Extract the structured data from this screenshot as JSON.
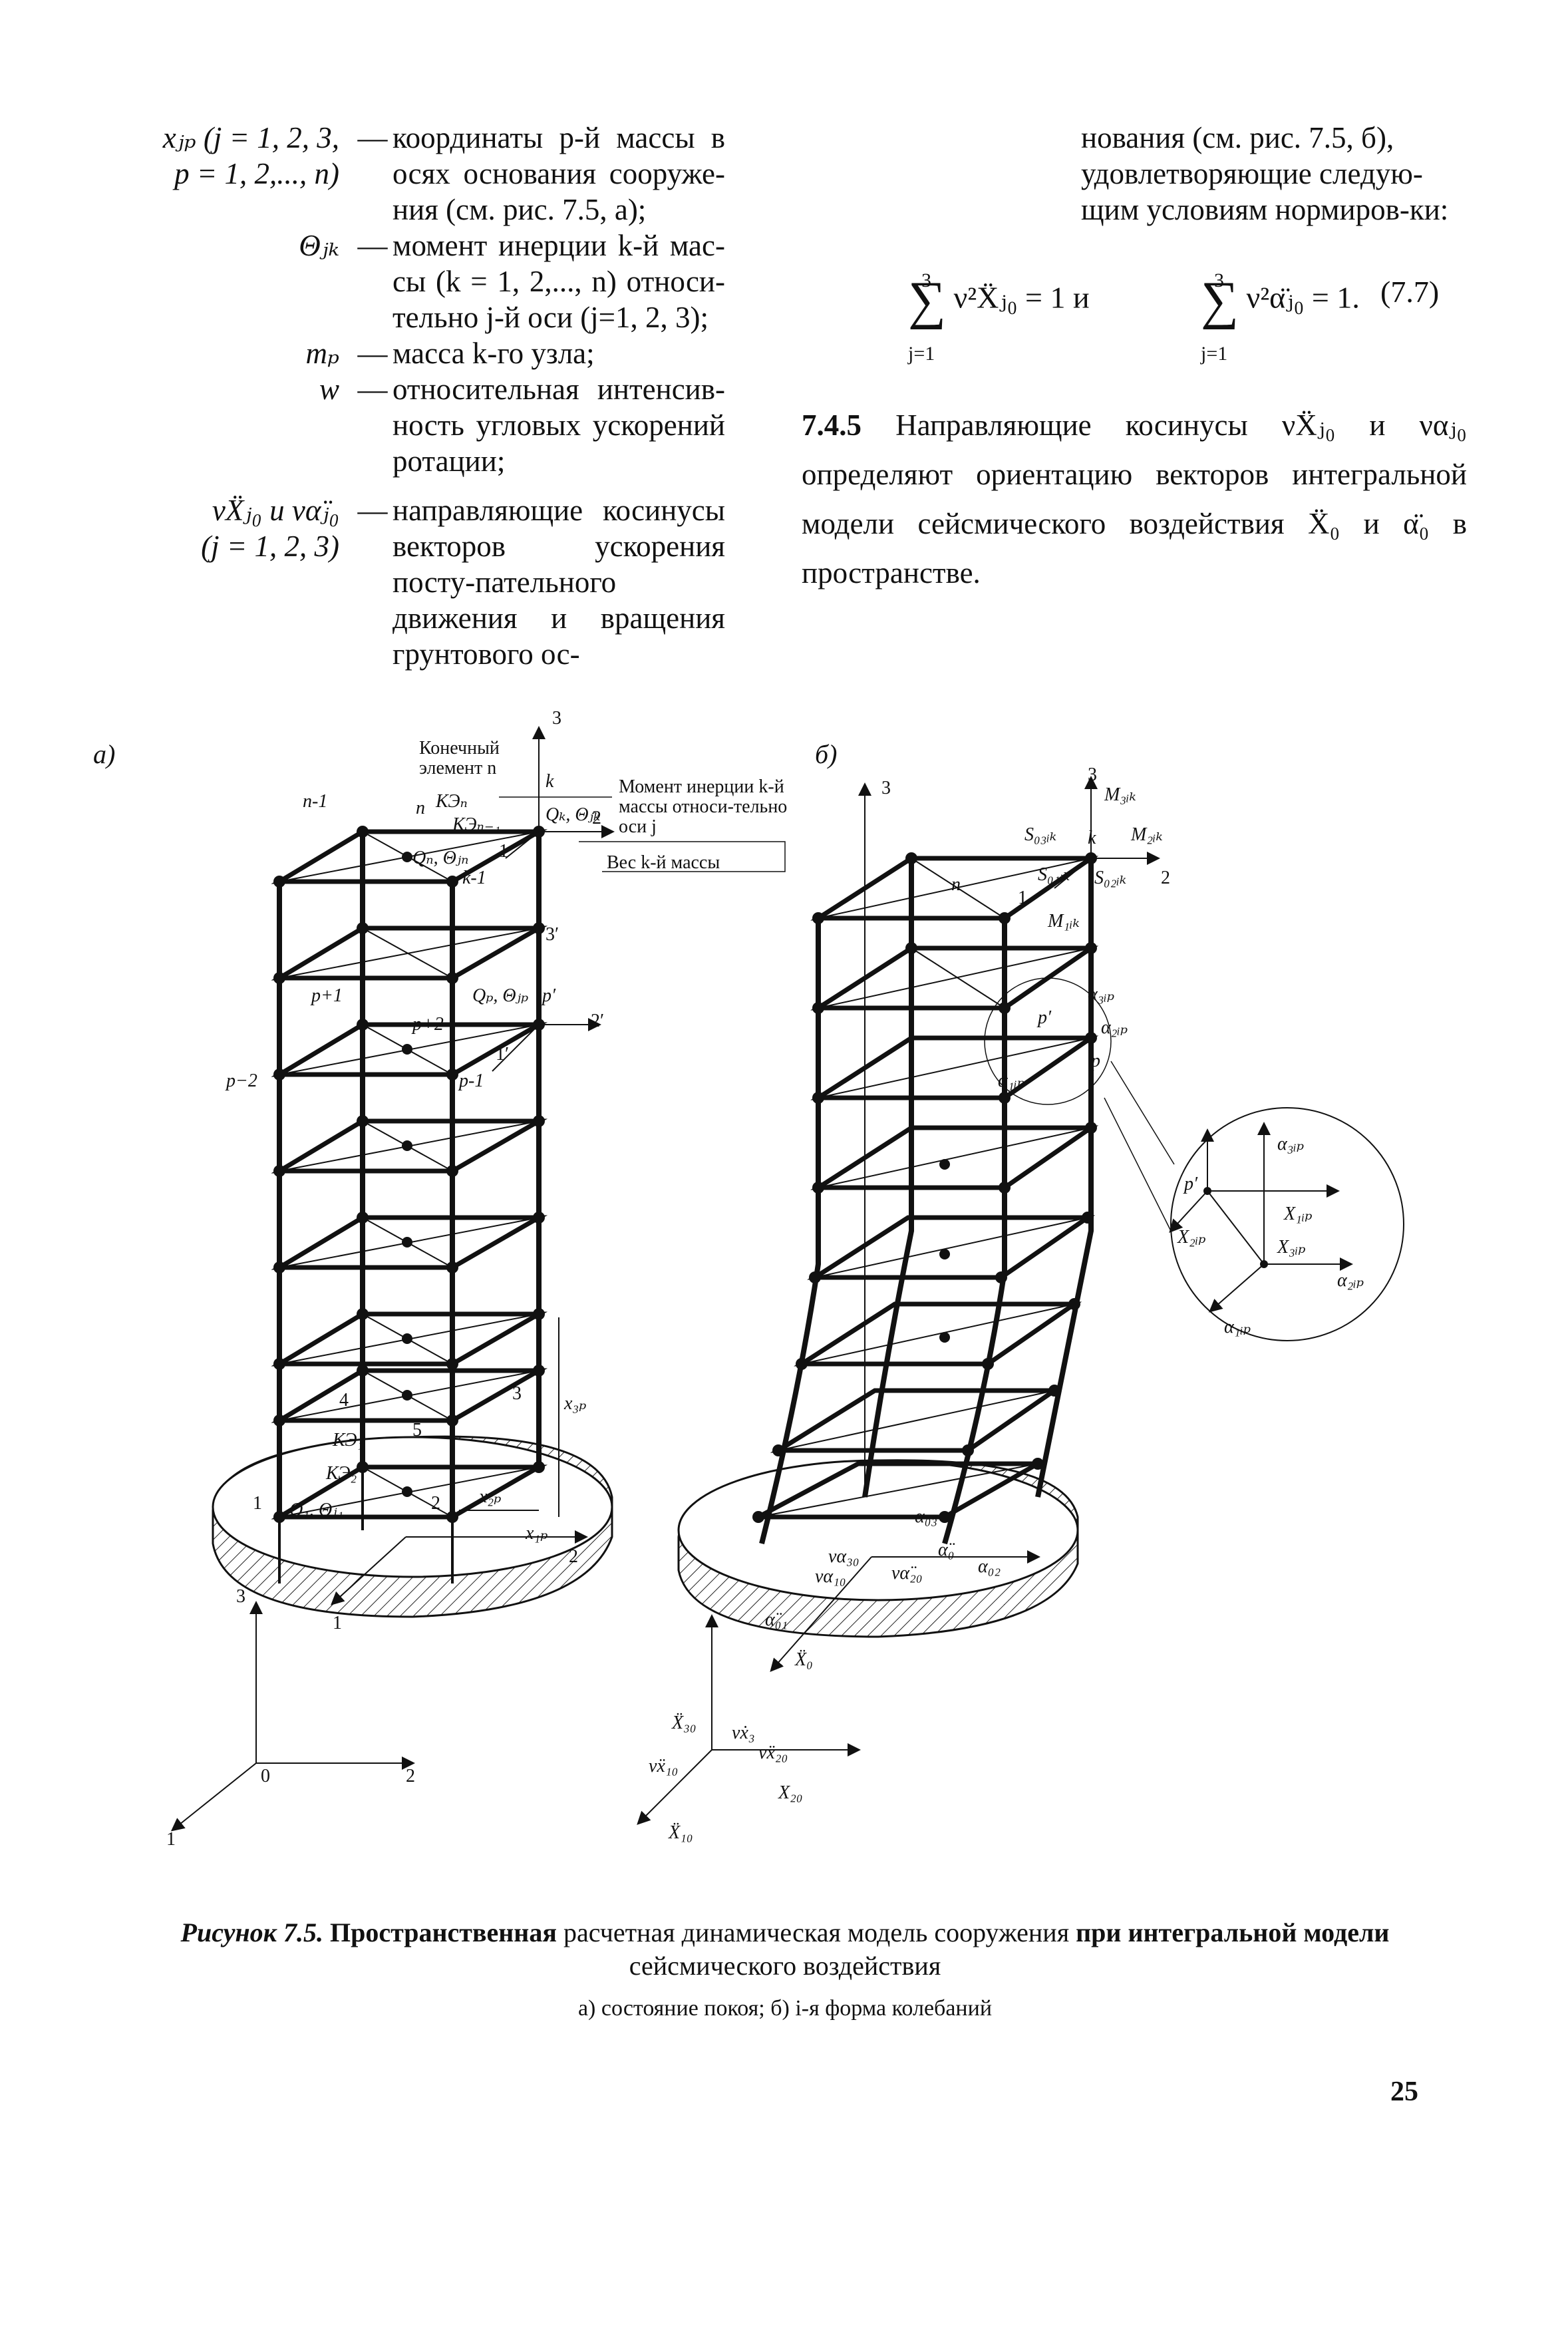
{
  "definitions": [
    {
      "symbol": "xⱼₚ (j = 1, 2, 3,\np = 1, 2,..., n)",
      "dash": "—",
      "text": "координаты p-й массы в осях основания сооруже-ния (см. рис. 7.5, а);"
    },
    {
      "symbol": "Θⱼₖ",
      "dash": "—",
      "text": "момент инерции k-й мас-сы (k = 1, 2,..., n) относи-тельно j-й оси (j=1, 2, 3);"
    },
    {
      "symbol": "mₚ",
      "dash": "—",
      "text": "масса k-го узла;"
    },
    {
      "symbol": "w",
      "dash": "—",
      "text": "относительная интенсив-ность угловых ускорений ротации;"
    },
    {
      "symbol": "νẌⱼ₀ и να̈ⱼ₀\n(j = 1, 2, 3)",
      "dash": "—",
      "text": "направляющие косинусы векторов ускорения посту-пательного движения и вращения грунтового ос-"
    }
  ],
  "right_intro": "нования (см. рис. 7.5, б), удовлетворяющие следую-щим условиям нормиров-ки:",
  "formula": {
    "left": "ν²Ẍⱼ₀ = 1",
    "conj": "и",
    "right": "ν²α̈ⱼ₀ = 1.",
    "sum_upper": "3",
    "sum_lower": "j=1",
    "number": "(7.7)"
  },
  "paragraph": {
    "section": "7.4.5",
    "text": "Направляющие косинусы νẌⱼ₀ и ναⱼ₀ определяют ориентацию векторов интегральной модели сейсмического воздействия Ẍ₀ и α̈₀ в пространстве."
  },
  "figure": {
    "panel_a": "а)",
    "panel_b": "б)",
    "labels_a": {
      "fin_elem": "Конечный элемент n",
      "moment": "Момент инерции k-й массы относи-тельно оси j",
      "weight": "Вес k-й массы",
      "n_minus_1": "n-1",
      "k": "k",
      "k_minus_1": "k-1",
      "n": "n",
      "ke_n": "КЭₙ",
      "ke_n1": "КЭₙ₋₁",
      "qn": "Qₙ, Θⱼₙ",
      "qk": "Qₖ, Θⱼₖ",
      "p_plus_1": "p+1",
      "p_plus_2": "p+2",
      "p_minus_1": "p-1",
      "p_minus_2": "p−2",
      "qp": "Qₚ, Θⱼₚ",
      "p_prime": "p′",
      "ax1p": "1′",
      "ax2p": "2′",
      "ax3p": "3′",
      "ax1": "1",
      "ax2": "2",
      "ax3": "3",
      "node4": "4",
      "node5": "5",
      "node1": "1",
      "node2": "2",
      "node3": "3",
      "ke1": "КЭ₁",
      "ke2": "КЭ₂",
      "q1": "Q₁, Θⱼ₁",
      "x3p": "x₃ₚ",
      "x2p": "x₂ₚ",
      "x1p": "x₁ₚ",
      "origin": "0"
    },
    "labels_b": {
      "ax3": "3",
      "m3k": "M₃ᵢₖ",
      "s03": "S₀₃ᵢₖ",
      "k": "k",
      "m2k": "M₂ᵢₖ",
      "s01": "S₀₁ᵢₖ",
      "s02": "S₀₂ᵢₖ",
      "ax2": "2",
      "n": "n",
      "ax1": "1",
      "m1k": "M₁ᵢₖ",
      "a3ip": "α₃ᵢₚ",
      "a2ip": "α₂ᵢₚ",
      "a1ip": "α₁ᵢₚ",
      "p_prime": "p′",
      "p": "p",
      "x1ip": "X₁ᵢₚ",
      "x2ip": "X₂ᵢₚ",
      "x3ip": "X₃ᵢₚ",
      "a03": "α₀₃",
      "a0": "α̈₀",
      "va30": "να₃₀",
      "va10": "να₁₀",
      "va20": "να̈₂₀",
      "a02": "α₀₂",
      "a01": "α̈₀₁",
      "x0": "Ẍ₀",
      "x30": "Ẍ₃₀",
      "vx30": "νẋ₃",
      "vx20": "νẍ₂₀",
      "vx10": "νẍ₁₀",
      "x20": "X₂₀",
      "x10": "Ẍ₁₀"
    }
  },
  "caption": {
    "head": "Рисунок 7.5.",
    "bold1": "Пространственная",
    "normal": "расчетная динамическая модель сооружения",
    "bold2": "при интегральной модели",
    "line2": "сейсмического воздействия",
    "sub": "а) состояние покоя; б) i-я форма колебаний"
  },
  "page_number": "25"
}
